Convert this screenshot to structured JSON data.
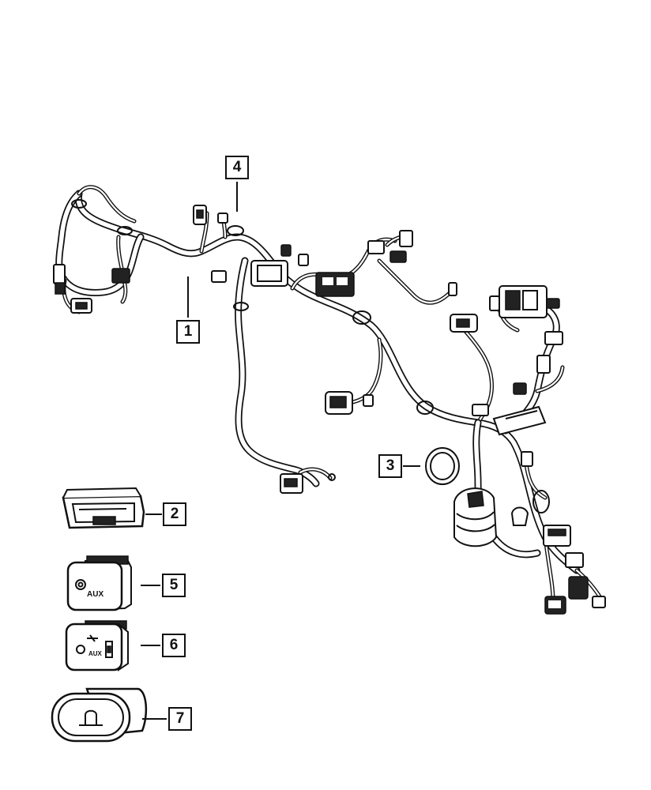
{
  "diagram": {
    "callouts": [
      {
        "id": "1",
        "label": "1"
      },
      {
        "id": "2",
        "label": "2"
      },
      {
        "id": "3",
        "label": "3"
      },
      {
        "id": "4",
        "label": "4"
      },
      {
        "id": "5",
        "label": "5"
      },
      {
        "id": "6",
        "label": "6"
      },
      {
        "id": "7",
        "label": "7"
      }
    ],
    "switch_5_text": "AUX",
    "switch_6_text": "AUX"
  }
}
